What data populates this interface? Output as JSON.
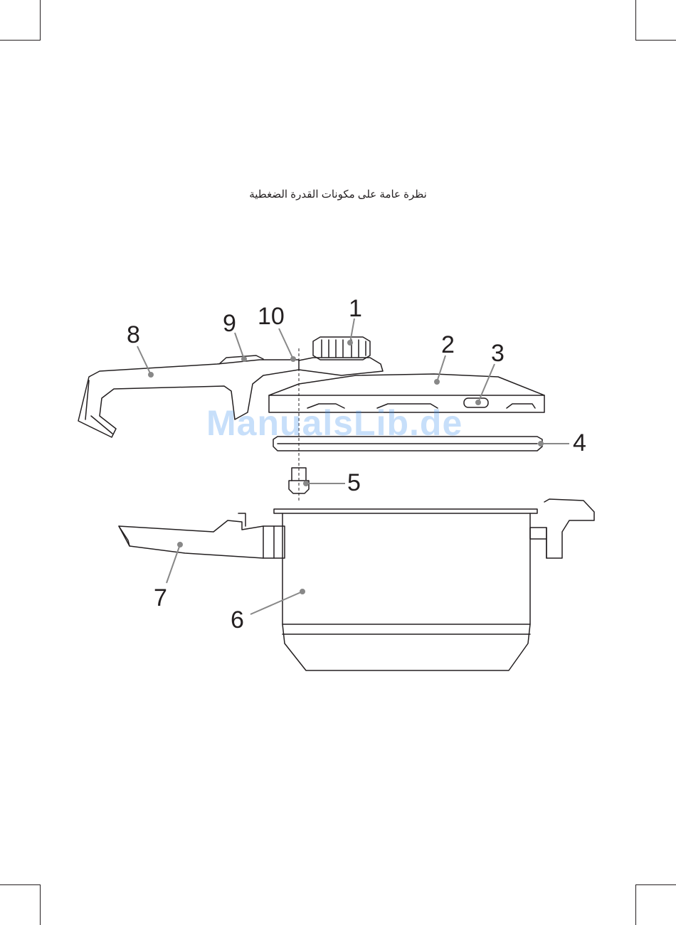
{
  "page": {
    "title": "نظرة عامة على مكونات القدرة الضغطية",
    "watermark": "ManualsLib.de"
  },
  "diagram": {
    "callouts": [
      {
        "id": "1",
        "label": "1"
      },
      {
        "id": "2",
        "label": "2"
      },
      {
        "id": "3",
        "label": "3"
      },
      {
        "id": "4",
        "label": "4"
      },
      {
        "id": "5",
        "label": "5"
      },
      {
        "id": "6",
        "label": "6"
      },
      {
        "id": "7",
        "label": "7"
      },
      {
        "id": "8",
        "label": "8"
      },
      {
        "id": "9",
        "label": "9"
      },
      {
        "id": "10",
        "label": "10"
      }
    ]
  }
}
